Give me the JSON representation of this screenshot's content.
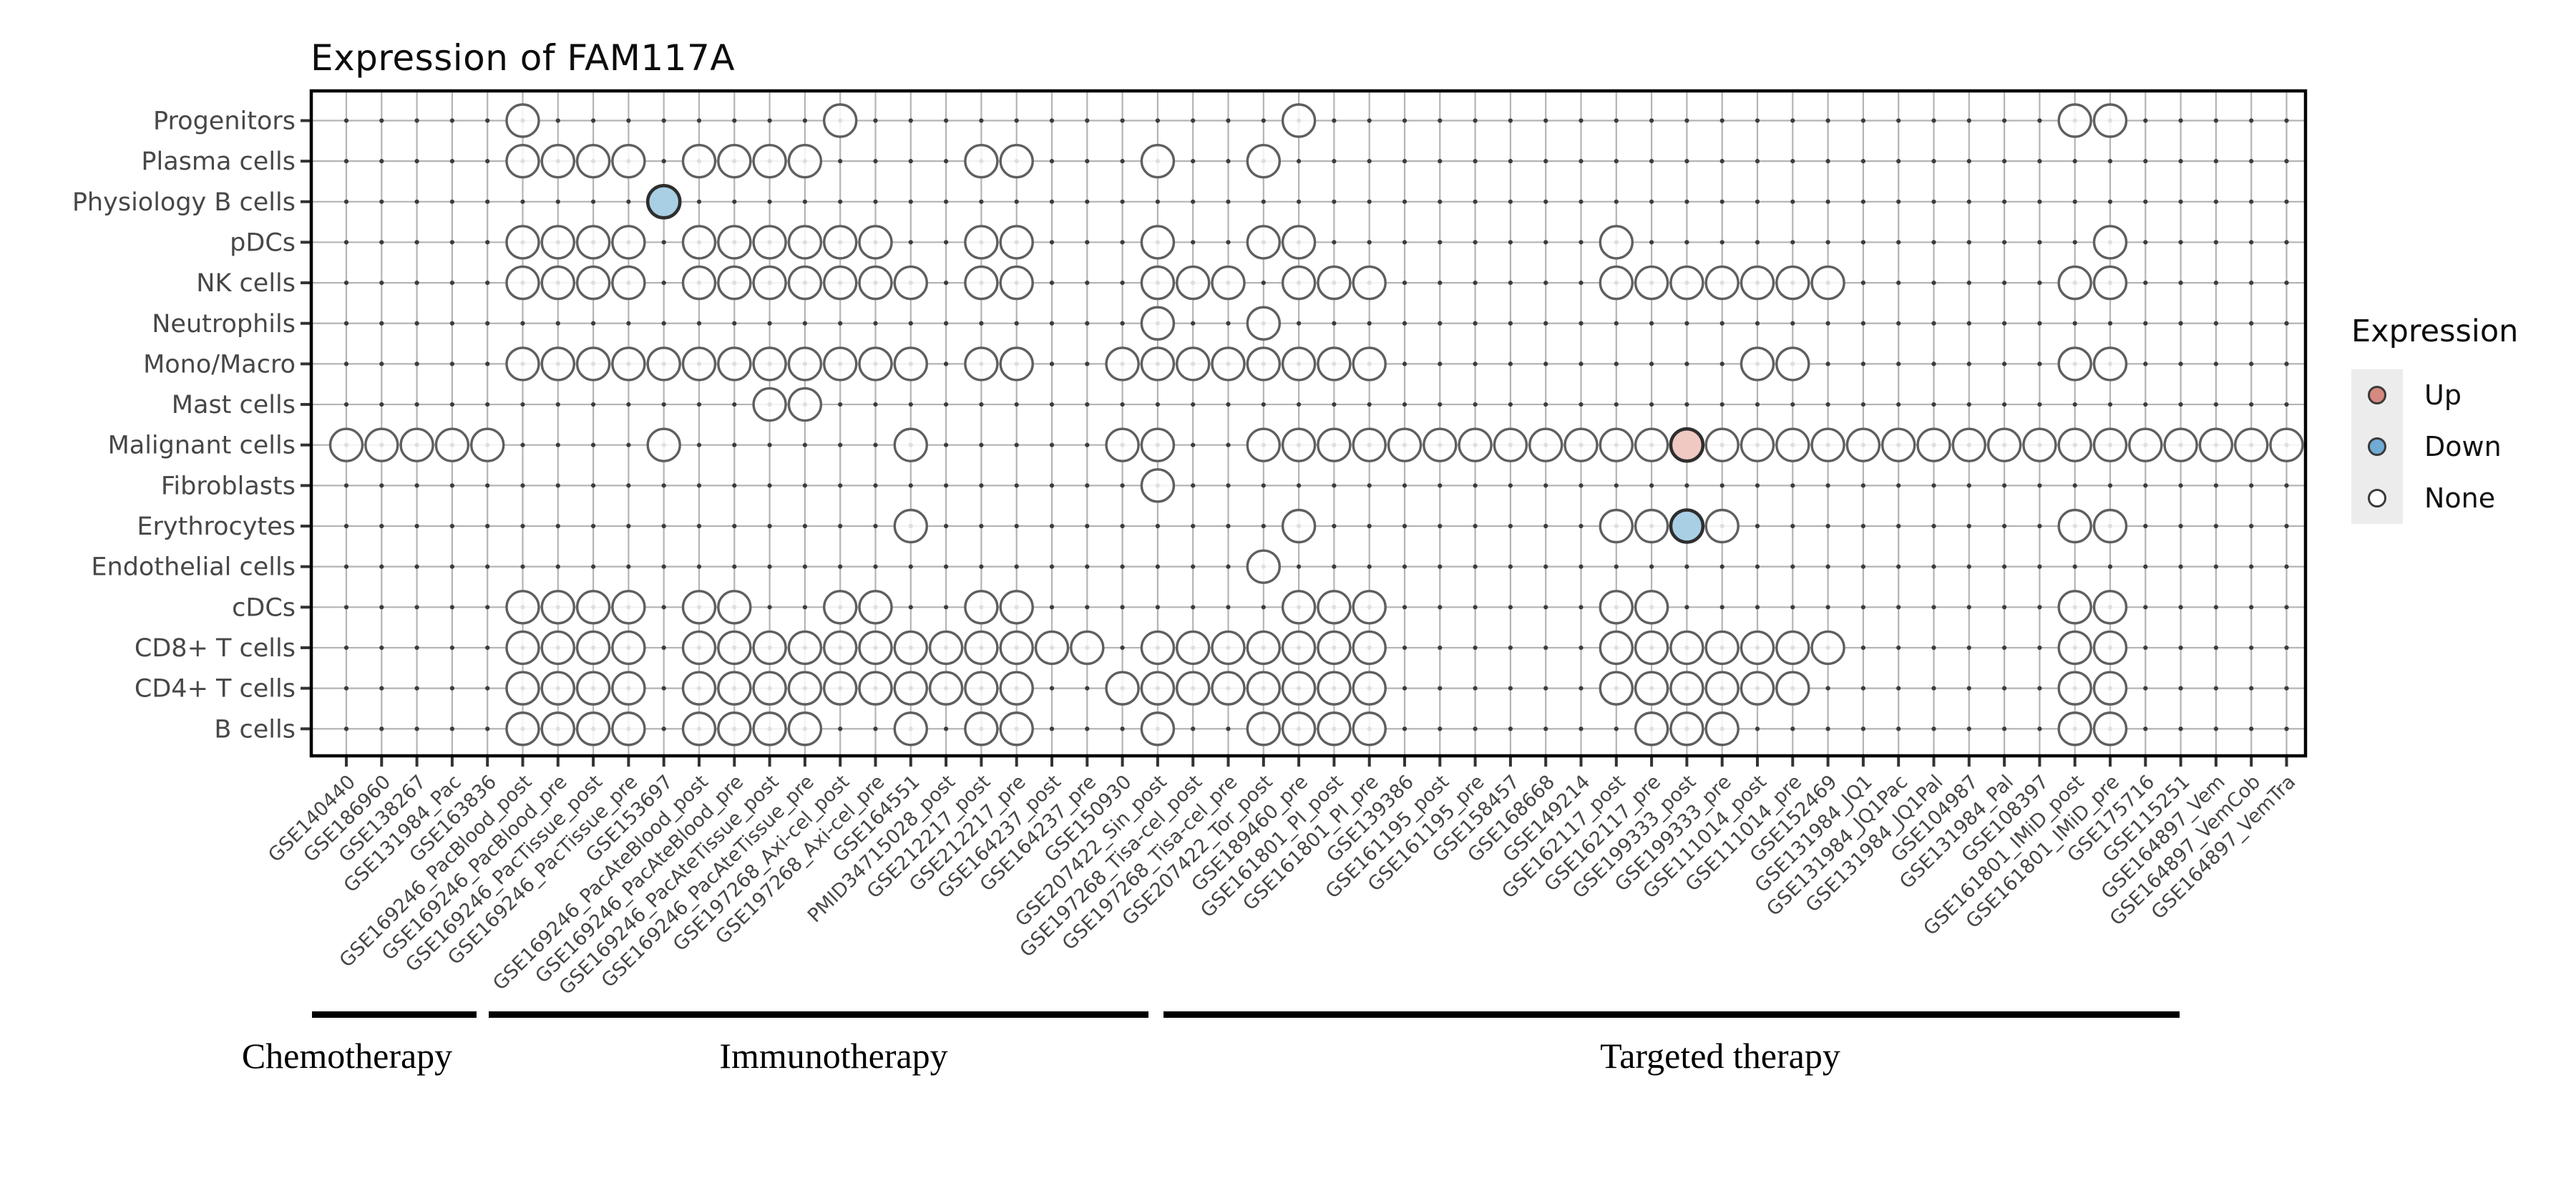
{
  "title": "Expression of FAM117A",
  "legend": {
    "title": "Expression",
    "items": [
      {
        "label": "Up",
        "color": "#d6897f"
      },
      {
        "label": "Down",
        "color": "#6fabd4"
      },
      {
        "label": "None",
        "color": "#ffffff"
      }
    ]
  },
  "colors": {
    "up_fill": "#f0c9c3",
    "down_fill": "#a9cfe5",
    "none_fill": "#ffffff",
    "circle_stroke_none": "#5f5f5f",
    "circle_stroke_flag": "#2e2e2e",
    "grid_line": "#b4b4b4",
    "grid_dot": "#3c3c3c",
    "axis_text": "#474747",
    "tick": "#333333",
    "panel_border": "#000000"
  },
  "chart_data": {
    "type": "dot-matrix",
    "title": "Expression of FAM117A",
    "rows": [
      "Progenitors",
      "Plasma cells",
      "Physiology B cells",
      "pDCs",
      "NK cells",
      "Neutrophils",
      "Mono/Macro",
      "Mast cells",
      "Malignant cells",
      "Fibroblasts",
      "Erythrocytes",
      "Endothelial cells",
      "cDCs",
      "CD8+ T cells",
      "CD4+ T cells",
      "B cells"
    ],
    "columns": [
      "GSE140440",
      "GSE186960",
      "GSE138267",
      "GSE131984_Pac",
      "GSE163836",
      "GSE169246_PacBlood_post",
      "GSE169246_PacBlood_pre",
      "GSE169246_PacTissue_post",
      "GSE169246_PacTissue_pre",
      "GSE153697",
      "GSE169246_PacAteBlood_post",
      "GSE169246_PacAteBlood_pre",
      "GSE169246_PacAteTissue_post",
      "GSE169246_PacAteTissue_pre",
      "GSE197268_Axi-cel_post",
      "GSE197268_Axi-cel_pre",
      "GSE164551",
      "PMID34715028_post",
      "GSE212217_post",
      "GSE212217_pre",
      "GSE164237_post",
      "GSE164237_pre",
      "GSE150930",
      "GSE207422_Sin_post",
      "GSE197268_Tisa-cel_post",
      "GSE197268_Tisa-cel_pre",
      "GSE207422_Tor_post",
      "GSE189460_pre",
      "GSE161801_PI_post",
      "GSE161801_PI_pre",
      "GSE139386",
      "GSE161195_post",
      "GSE161195_pre",
      "GSE158457",
      "GSE168668",
      "GSE149214",
      "GSE162117_post",
      "GSE162117_pre",
      "GSE199333_post",
      "GSE199333_pre",
      "GSE111014_post",
      "GSE111014_pre",
      "GSE152469",
      "GSE131984_JQ1",
      "GSE131984_JQ1Pac",
      "GSE131984_JQ1Pal",
      "GSE104987",
      "GSE131984_Pal",
      "GSE108397",
      "GSE161801_IMiD_post",
      "GSE161801_IMiD_pre",
      "GSE175716",
      "GSE115251",
      "GSE164897_Vem",
      "GSE164897_VemCob",
      "GSE164897_VemTra"
    ],
    "matrix": [
      {
        "row": "Progenitors",
        "none": [
          6,
          15,
          28,
          50,
          51
        ],
        "up": [],
        "down": []
      },
      {
        "row": "Plasma cells",
        "none": [
          6,
          7,
          8,
          9,
          11,
          12,
          13,
          14,
          19,
          20,
          24,
          27
        ],
        "up": [],
        "down": []
      },
      {
        "row": "Physiology B cells",
        "none": [],
        "up": [],
        "down": [
          10
        ]
      },
      {
        "row": "pDCs",
        "none": [
          6,
          7,
          8,
          9,
          11,
          12,
          13,
          14,
          15,
          16,
          19,
          20,
          24,
          27,
          28,
          37,
          51
        ],
        "up": [],
        "down": []
      },
      {
        "row": "NK cells",
        "none": [
          6,
          7,
          8,
          9,
          11,
          12,
          13,
          14,
          15,
          16,
          17,
          19,
          20,
          24,
          25,
          26,
          28,
          29,
          30,
          37,
          38,
          39,
          40,
          41,
          42,
          43,
          50,
          51
        ],
        "up": [],
        "down": []
      },
      {
        "row": "Neutrophils",
        "none": [
          24,
          27
        ],
        "up": [],
        "down": []
      },
      {
        "row": "Mono/Macro",
        "none": [
          6,
          7,
          8,
          9,
          10,
          11,
          12,
          13,
          14,
          15,
          16,
          17,
          19,
          20,
          23,
          24,
          25,
          26,
          27,
          28,
          29,
          30,
          41,
          42,
          50,
          51
        ],
        "up": [],
        "down": []
      },
      {
        "row": "Mast cells",
        "none": [
          13,
          14
        ],
        "up": [],
        "down": []
      },
      {
        "row": "Malignant cells",
        "none": [
          1,
          2,
          3,
          4,
          5,
          10,
          17,
          23,
          24,
          27,
          28,
          29,
          30,
          31,
          32,
          33,
          34,
          35,
          36,
          37,
          38,
          40,
          41,
          42,
          43,
          44,
          45,
          46,
          47,
          48,
          49,
          50,
          51,
          52,
          53,
          54,
          55,
          56
        ],
        "up": [
          39
        ],
        "down": []
      },
      {
        "row": "Fibroblasts",
        "none": [
          24
        ],
        "up": [],
        "down": []
      },
      {
        "row": "Erythrocytes",
        "none": [
          17,
          28,
          37,
          38,
          40,
          50,
          51
        ],
        "up": [],
        "down": [
          39
        ]
      },
      {
        "row": "Endothelial cells",
        "none": [
          27
        ],
        "up": [],
        "down": []
      },
      {
        "row": "cDCs",
        "none": [
          6,
          7,
          8,
          9,
          11,
          12,
          15,
          16,
          19,
          20,
          28,
          29,
          30,
          37,
          38,
          50,
          51
        ],
        "up": [],
        "down": []
      },
      {
        "row": "CD8+ T cells",
        "none": [
          6,
          7,
          8,
          9,
          11,
          12,
          13,
          14,
          15,
          16,
          17,
          18,
          19,
          20,
          21,
          22,
          24,
          25,
          26,
          27,
          28,
          29,
          30,
          37,
          38,
          39,
          40,
          41,
          42,
          43,
          50,
          51
        ],
        "up": [],
        "down": []
      },
      {
        "row": "CD4+ T cells",
        "none": [
          6,
          7,
          8,
          9,
          11,
          12,
          13,
          14,
          15,
          16,
          17,
          18,
          19,
          20,
          23,
          24,
          25,
          26,
          27,
          28,
          29,
          30,
          37,
          38,
          39,
          40,
          41,
          42,
          50,
          51
        ],
        "up": [],
        "down": []
      },
      {
        "row": "B cells",
        "none": [
          6,
          7,
          8,
          9,
          11,
          12,
          13,
          14,
          17,
          19,
          20,
          24,
          27,
          28,
          29,
          30,
          38,
          39,
          40,
          50,
          51
        ],
        "up": [],
        "down": []
      }
    ],
    "groups": [
      {
        "label": "Chemotherapy",
        "from_col": "GSE140440",
        "to_col": "GSE131984_Pac"
      },
      {
        "label": "Immunotherapy",
        "from_col": "GSE163836",
        "to_col": "GSE150930"
      },
      {
        "label": "Targeted therapy",
        "from_col": "GSE207422_Sin_post",
        "to_col": "GSE115251"
      }
    ],
    "legend": {
      "title": "Expression",
      "entries": [
        "Up",
        "Down",
        "None"
      ]
    },
    "layout_hints": {
      "x_labels_rotated_45": true,
      "grid": true,
      "legend_position": "right"
    }
  }
}
